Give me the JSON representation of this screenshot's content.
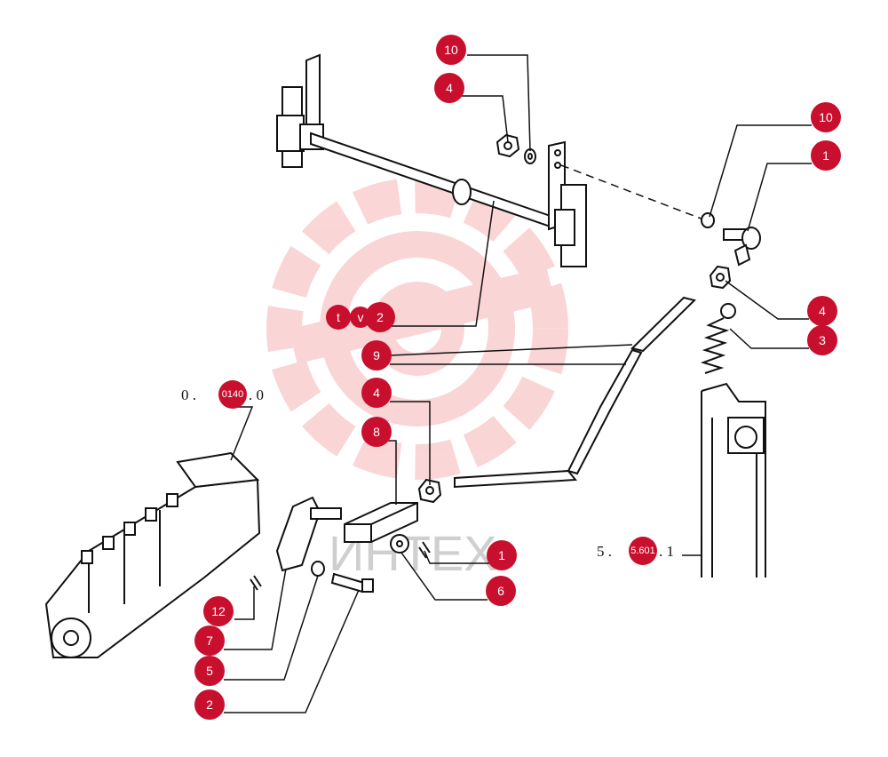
{
  "watermark": {
    "text": "ИНТЕХ",
    "color": "#f08a8a"
  },
  "badge_color": "#c8102e",
  "callouts": [
    {
      "label": "10"
    },
    {
      "label": "4"
    },
    {
      "label": "10"
    },
    {
      "label": "1"
    },
    {
      "label": "4"
    },
    {
      "label": "3"
    },
    {
      "label": "2"
    },
    {
      "label": "9"
    },
    {
      "label": "4"
    },
    {
      "label": "8"
    },
    {
      "label": "1"
    },
    {
      "label": "6"
    },
    {
      "label": "12"
    },
    {
      "label": "7"
    },
    {
      "label": "5"
    },
    {
      "label": "2"
    }
  ],
  "refs": {
    "pump_ref": {
      "prefix": "0 .",
      "badge": "0140",
      "suffix": ". 0"
    },
    "frame_ref": {
      "prefix": "5 .",
      "badge": "5.601",
      "suffix": ". 1"
    },
    "shaft_ref": {
      "a": "t",
      "b": "v",
      "badge": "2"
    }
  }
}
